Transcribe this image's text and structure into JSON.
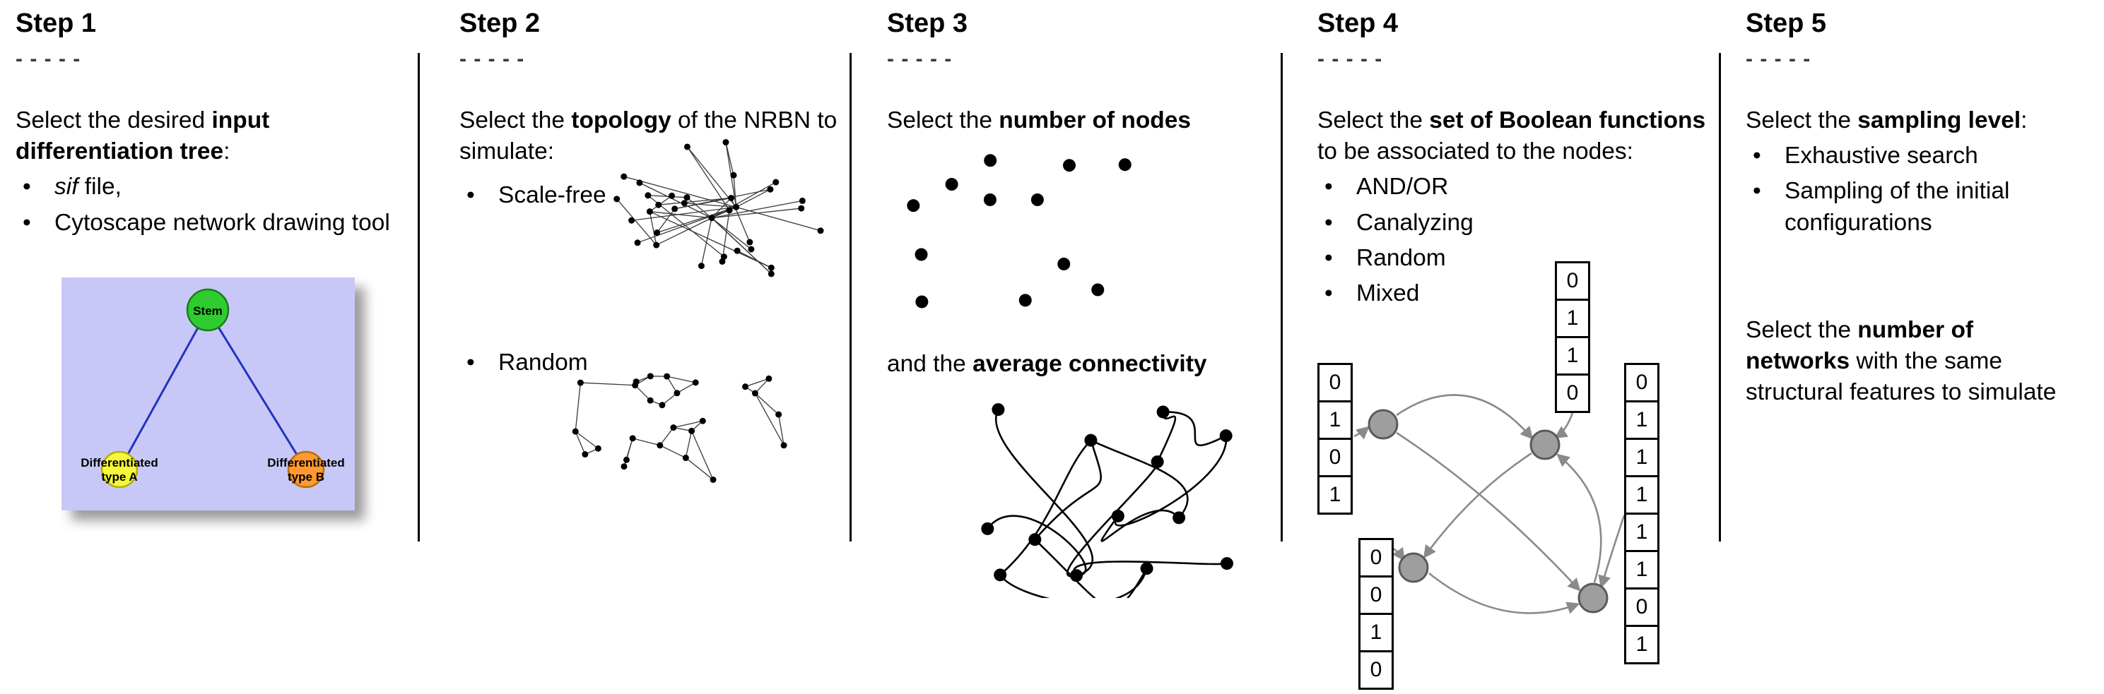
{
  "ui": {
    "bullet": "•"
  },
  "colors": {
    "tree_background": "#c8c8f8",
    "stem_node_green": "#2ecc2e",
    "type_a_node_yellow": "#f6f63a",
    "type_b_node_orange": "#ff9933",
    "tree_edge_blue": "#2233bb",
    "boolean_node_gray": "#9e9e9e",
    "network_black": "#000000"
  },
  "step1": {
    "title": "Step 1",
    "dashes": "- - - - -",
    "intro": {
      "pre": "Select the desired ",
      "bold": "input differentiation tree",
      "post": ":"
    },
    "bullets": {
      "b1_italic": "sif",
      "b1_rest": " file,",
      "b2": "Cytoscape network drawing tool"
    },
    "tree": {
      "stem": "Stem",
      "type_a_line1": "Differentiated",
      "type_a_line2": "type A",
      "type_b_line1": "Differentiated",
      "type_b_line2": "type B"
    }
  },
  "step2": {
    "title": "Step 2",
    "dashes": "- - - - -",
    "intro": {
      "pre": "Select the ",
      "bold": "topology",
      "post": " of the NRBN to simulate:"
    },
    "bullets": {
      "b1": "Scale-free",
      "b2": "Random"
    }
  },
  "step3": {
    "title": "Step 3",
    "dashes": "- - - - -",
    "p1": {
      "pre": "Select the ",
      "bold": "number of nodes"
    },
    "p2": {
      "pre": "and the ",
      "bold": "average connectivity"
    }
  },
  "step4": {
    "title": "Step 4",
    "dashes": "- - - - -",
    "intro": {
      "pre": "Select the ",
      "bold": "set of Boolean functions",
      "post": " to be associated to the nodes:"
    },
    "bullets": {
      "b1": "AND/OR",
      "b2": "Canalyzing",
      "b3": "Random",
      "b4": "Mixed"
    },
    "tables": {
      "left": [
        "0",
        "1",
        "0",
        "1"
      ],
      "top": [
        "0",
        "1",
        "1",
        "0"
      ],
      "right": [
        "0",
        "1",
        "1",
        "1",
        "1",
        "1",
        "0",
        "1"
      ],
      "bottom": [
        "0",
        "0",
        "1",
        "0"
      ]
    }
  },
  "step5": {
    "title": "Step 5",
    "dashes": "- - - - -",
    "p1": {
      "pre": "Select the ",
      "bold": "sampling level",
      "post": ":"
    },
    "bullets": {
      "b1": "Exhaustive search",
      "b2": "Sampling of the initial configurations"
    },
    "p2": {
      "pre": "Select the ",
      "bold": "number of networks",
      "post": " with the same structural features to simulate"
    }
  }
}
